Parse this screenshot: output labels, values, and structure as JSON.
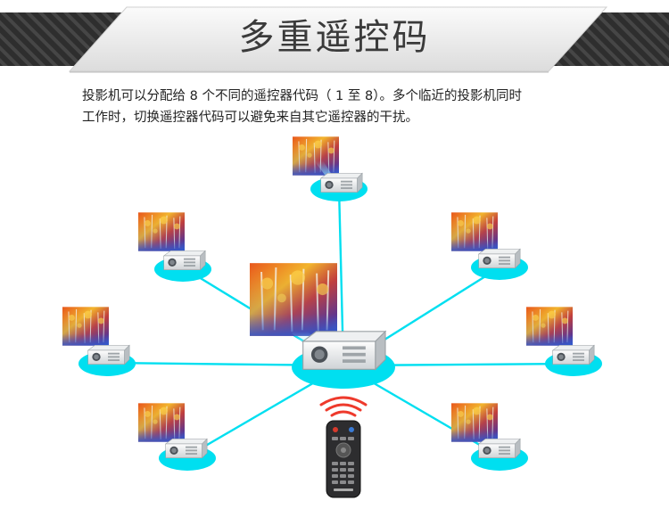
{
  "header": {
    "title": "多重遥控码"
  },
  "description": {
    "line1": "投影机可以分配给 8 个不同的遥控器代码（ 1 至 8）。多个临近的投影机同时",
    "line2": "工作时，切换遥控器代码可以避免来自其它遥控器的干扰。"
  },
  "colors": {
    "accent_cyan": "#00dff0",
    "banner_dark": "#2e2e2e",
    "banner_light": "#e9e9e9"
  },
  "icons": {
    "projector": "projector-icon",
    "remote": "remote-control-icon",
    "wireless": "wireless-signal-icon"
  }
}
